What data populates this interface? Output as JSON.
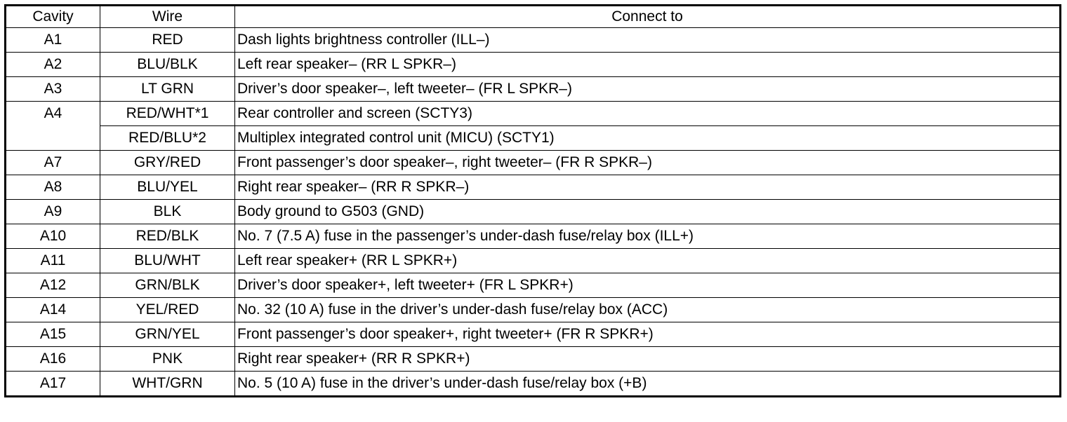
{
  "table": {
    "headers": {
      "cavity": "Cavity",
      "wire": "Wire",
      "connect": "Connect to"
    },
    "rows": [
      {
        "cavity": "A1",
        "wire": "RED",
        "connect": "Dash lights brightness controller (ILL–)"
      },
      {
        "cavity": "A2",
        "wire": "BLU/BLK",
        "connect": "Left rear speaker– (RR L SPKR–)"
      },
      {
        "cavity": "A3",
        "wire": "LT GRN",
        "connect": "Driver’s door speaker–, left tweeter– (FR L SPKR–)"
      },
      {
        "cavity": "A4",
        "wire": "RED/WHT*1",
        "connect": "Rear controller and screen (SCTY3)"
      },
      {
        "wire": "RED/BLU*2",
        "connect": "Multiplex integrated control unit (MICU) (SCTY1)"
      },
      {
        "cavity": "A7",
        "wire": "GRY/RED",
        "connect": "Front passenger’s door speaker–, right tweeter– (FR R SPKR–)"
      },
      {
        "cavity": "A8",
        "wire": "BLU/YEL",
        "connect": "Right rear speaker– (RR R SPKR–)"
      },
      {
        "cavity": "A9",
        "wire": "BLK",
        "connect": "Body ground to G503 (GND)"
      },
      {
        "cavity": "A10",
        "wire": "RED/BLK",
        "connect": "No. 7 (7.5 A) fuse in the passenger’s under-dash fuse/relay box (ILL+)"
      },
      {
        "cavity": "A11",
        "wire": "BLU/WHT",
        "connect": "Left rear speaker+ (RR L SPKR+)"
      },
      {
        "cavity": "A12",
        "wire": "GRN/BLK",
        "connect": "Driver’s door speaker+, left tweeter+ (FR L SPKR+)"
      },
      {
        "cavity": "A14",
        "wire": "YEL/RED",
        "connect": "No. 32 (10 A) fuse in the driver’s under-dash fuse/relay box (ACC)"
      },
      {
        "cavity": "A15",
        "wire": "GRN/YEL",
        "connect": "Front passenger’s door speaker+, right tweeter+ (FR R SPKR+)"
      },
      {
        "cavity": "A16",
        "wire": "PNK",
        "connect": "Right rear speaker+ (RR R SPKR+)"
      },
      {
        "cavity": "A17",
        "wire": "WHT/GRN",
        "connect": "No. 5 (10 A) fuse in the driver’s under-dash fuse/relay box (+B)"
      }
    ]
  }
}
